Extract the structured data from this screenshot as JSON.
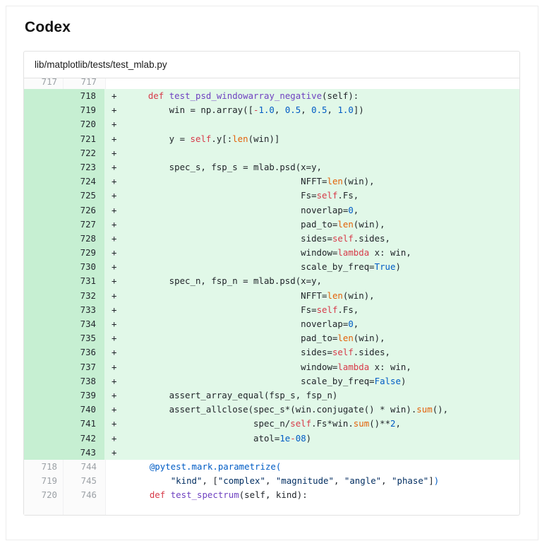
{
  "app": {
    "title": "Codex"
  },
  "file": {
    "path": "lib/matplotlib/tests/test_mlab.py"
  },
  "colors": {
    "added_line_bg": "#e1f8e8",
    "added_gutter_bg": "#c6efd2",
    "keyword": "#d73a49",
    "function_name": "#6f42c1",
    "number_blue": "#005cc5",
    "builtin_orange": "#e36209",
    "string_navy": "#032f62",
    "code_text": "#1f2328",
    "context_line_number": "#9ca1a6",
    "panel_border": "#e2e2e2"
  },
  "diff": {
    "rows": [
      {
        "old": "717",
        "new": "717",
        "type": "ctx",
        "clipped": true,
        "marker": "",
        "segments": []
      },
      {
        "old": "",
        "new": "718",
        "type": "add",
        "marker": "+",
        "segments": [
          [
            "",
            "    "
          ],
          [
            "k",
            "def"
          ],
          [
            "",
            " "
          ],
          [
            "f",
            "test_psd_windowarray_negative"
          ],
          [
            "",
            "(self):"
          ]
        ]
      },
      {
        "old": "",
        "new": "719",
        "type": "add",
        "marker": "+",
        "segments": [
          [
            "",
            "        win = np.array(["
          ],
          [
            "k",
            "-"
          ],
          [
            "n",
            "1.0"
          ],
          [
            "",
            ", "
          ],
          [
            "n",
            "0.5"
          ],
          [
            "",
            ", "
          ],
          [
            "n",
            "0.5"
          ],
          [
            "",
            ", "
          ],
          [
            "n",
            "1.0"
          ],
          [
            "",
            "])"
          ]
        ]
      },
      {
        "old": "",
        "new": "720",
        "type": "add",
        "marker": "+",
        "segments": []
      },
      {
        "old": "",
        "new": "721",
        "type": "add",
        "marker": "+",
        "segments": [
          [
            "",
            "        y = "
          ],
          [
            "k",
            "self"
          ],
          [
            "",
            ".y[:"
          ],
          [
            "b",
            "len"
          ],
          [
            "",
            "(win)]"
          ]
        ]
      },
      {
        "old": "",
        "new": "722",
        "type": "add",
        "marker": "+",
        "segments": []
      },
      {
        "old": "",
        "new": "723",
        "type": "add",
        "marker": "+",
        "segments": [
          [
            "",
            "        spec_s, fsp_s = mlab.psd(x=y,"
          ]
        ]
      },
      {
        "old": "",
        "new": "724",
        "type": "add",
        "marker": "+",
        "segments": [
          [
            "",
            "                                 NFFT="
          ],
          [
            "b",
            "len"
          ],
          [
            "",
            "(win),"
          ]
        ]
      },
      {
        "old": "",
        "new": "725",
        "type": "add",
        "marker": "+",
        "segments": [
          [
            "",
            "                                 Fs="
          ],
          [
            "k",
            "self"
          ],
          [
            "",
            ".Fs,"
          ]
        ]
      },
      {
        "old": "",
        "new": "726",
        "type": "add",
        "marker": "+",
        "segments": [
          [
            "",
            "                                 noverlap="
          ],
          [
            "n",
            "0"
          ],
          [
            "",
            ","
          ]
        ]
      },
      {
        "old": "",
        "new": "727",
        "type": "add",
        "marker": "+",
        "segments": [
          [
            "",
            "                                 pad_to="
          ],
          [
            "b",
            "len"
          ],
          [
            "",
            "(win),"
          ]
        ]
      },
      {
        "old": "",
        "new": "728",
        "type": "add",
        "marker": "+",
        "segments": [
          [
            "",
            "                                 sides="
          ],
          [
            "k",
            "self"
          ],
          [
            "",
            ".sides,"
          ]
        ]
      },
      {
        "old": "",
        "new": "729",
        "type": "add",
        "marker": "+",
        "segments": [
          [
            "",
            "                                 window="
          ],
          [
            "k",
            "lambda"
          ],
          [
            "",
            " x: win,"
          ]
        ]
      },
      {
        "old": "",
        "new": "730",
        "type": "add",
        "marker": "+",
        "segments": [
          [
            "",
            "                                 scale_by_freq="
          ],
          [
            "n",
            "True"
          ],
          [
            "",
            ")"
          ]
        ]
      },
      {
        "old": "",
        "new": "731",
        "type": "add",
        "marker": "+",
        "segments": [
          [
            "",
            "        spec_n, fsp_n = mlab.psd(x=y,"
          ]
        ]
      },
      {
        "old": "",
        "new": "732",
        "type": "add",
        "marker": "+",
        "segments": [
          [
            "",
            "                                 NFFT="
          ],
          [
            "b",
            "len"
          ],
          [
            "",
            "(win),"
          ]
        ]
      },
      {
        "old": "",
        "new": "733",
        "type": "add",
        "marker": "+",
        "segments": [
          [
            "",
            "                                 Fs="
          ],
          [
            "k",
            "self"
          ],
          [
            "",
            ".Fs,"
          ]
        ]
      },
      {
        "old": "",
        "new": "734",
        "type": "add",
        "marker": "+",
        "segments": [
          [
            "",
            "                                 noverlap="
          ],
          [
            "n",
            "0"
          ],
          [
            "",
            ","
          ]
        ]
      },
      {
        "old": "",
        "new": "735",
        "type": "add",
        "marker": "+",
        "segments": [
          [
            "",
            "                                 pad_to="
          ],
          [
            "b",
            "len"
          ],
          [
            "",
            "(win),"
          ]
        ]
      },
      {
        "old": "",
        "new": "736",
        "type": "add",
        "marker": "+",
        "segments": [
          [
            "",
            "                                 sides="
          ],
          [
            "k",
            "self"
          ],
          [
            "",
            ".sides,"
          ]
        ]
      },
      {
        "old": "",
        "new": "737",
        "type": "add",
        "marker": "+",
        "segments": [
          [
            "",
            "                                 window="
          ],
          [
            "k",
            "lambda"
          ],
          [
            "",
            " x: win,"
          ]
        ]
      },
      {
        "old": "",
        "new": "738",
        "type": "add",
        "marker": "+",
        "segments": [
          [
            "",
            "                                 scale_by_freq="
          ],
          [
            "n",
            "False"
          ],
          [
            "",
            ")"
          ]
        ]
      },
      {
        "old": "",
        "new": "739",
        "type": "add",
        "marker": "+",
        "segments": [
          [
            "",
            "        assert_array_equal(fsp_s, fsp_n)"
          ]
        ]
      },
      {
        "old": "",
        "new": "740",
        "type": "add",
        "marker": "+",
        "segments": [
          [
            "",
            "        assert_allclose(spec_s*(win.conjugate() * win)."
          ],
          [
            "b",
            "sum"
          ],
          [
            "",
            "(),"
          ]
        ]
      },
      {
        "old": "",
        "new": "741",
        "type": "add",
        "marker": "+",
        "segments": [
          [
            "",
            "                        spec_n/"
          ],
          [
            "k",
            "self"
          ],
          [
            "",
            ".Fs*win."
          ],
          [
            "b",
            "sum"
          ],
          [
            "",
            "()**"
          ],
          [
            "n",
            "2"
          ],
          [
            "",
            ","
          ]
        ]
      },
      {
        "old": "",
        "new": "742",
        "type": "add",
        "marker": "+",
        "segments": [
          [
            "",
            "                        atol="
          ],
          [
            "n",
            "1e"
          ],
          [
            "k",
            "-"
          ],
          [
            "n",
            "08"
          ],
          [
            "",
            ")"
          ]
        ]
      },
      {
        "old": "",
        "new": "743",
        "type": "add",
        "marker": "+",
        "segments": []
      },
      {
        "old": "718",
        "new": "744",
        "type": "ctx",
        "marker": "",
        "segments": [
          [
            "",
            "    "
          ],
          [
            "n",
            "@pytest.mark.parametrize("
          ]
        ]
      },
      {
        "old": "719",
        "new": "745",
        "type": "ctx",
        "marker": "",
        "segments": [
          [
            "",
            "        "
          ],
          [
            "s",
            "\"kind\""
          ],
          [
            "",
            ", ["
          ],
          [
            "s",
            "\"complex\""
          ],
          [
            "",
            ", "
          ],
          [
            "s",
            "\"magnitude\""
          ],
          [
            "",
            ", "
          ],
          [
            "s",
            "\"angle\""
          ],
          [
            "",
            ", "
          ],
          [
            "s",
            "\"phase\""
          ],
          [
            "",
            "]"
          ],
          [
            "n",
            ")"
          ]
        ]
      },
      {
        "old": "720",
        "new": "746",
        "type": "ctx",
        "marker": "",
        "segments": [
          [
            "",
            "    "
          ],
          [
            "k",
            "def"
          ],
          [
            "",
            " "
          ],
          [
            "f",
            "test_spectrum"
          ],
          [
            "",
            "(self, kind):"
          ]
        ]
      }
    ]
  }
}
